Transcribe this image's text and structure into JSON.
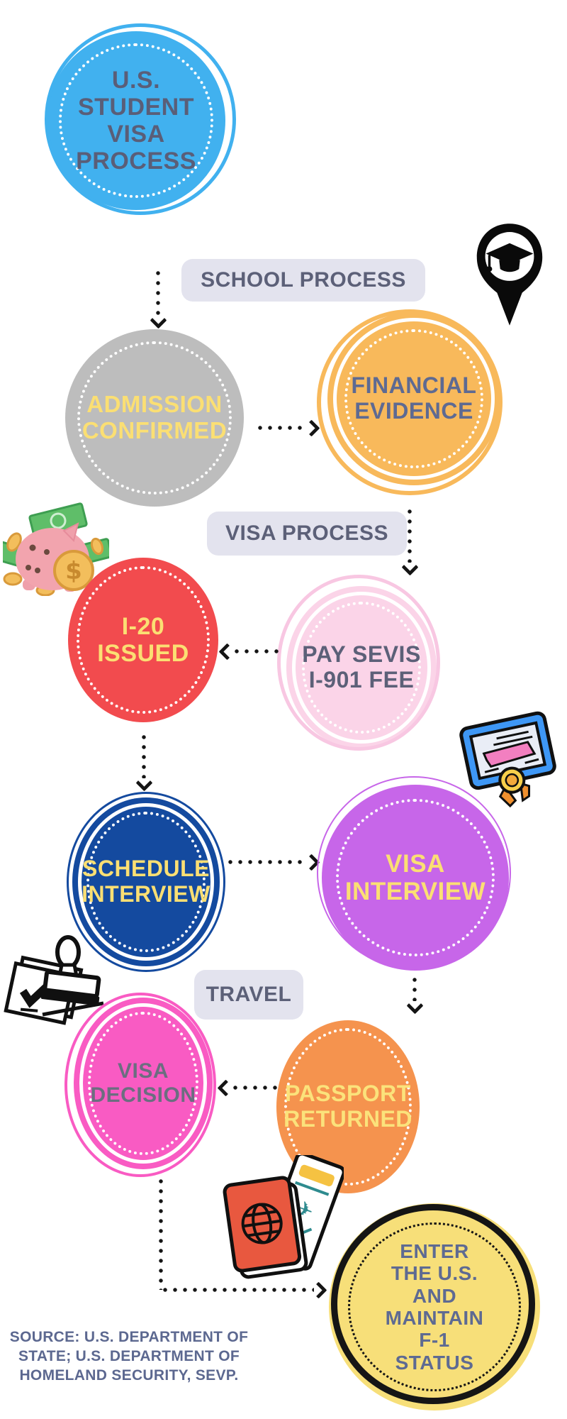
{
  "page": {
    "title_circle": "U.S.\nSTUDENT\nVISA\nPROCESS"
  },
  "sections": [
    {
      "id": "school-process",
      "label": "SCHOOL PROCESS"
    },
    {
      "id": "visa-process",
      "label": "VISA PROCESS"
    },
    {
      "id": "travel",
      "label": "TRAVEL"
    }
  ],
  "steps": [
    {
      "id": "admission-confirmed",
      "label": "ADMISSION\nCONFIRMED",
      "fill": "#BDBDBD",
      "text_color": "#FBDF73"
    },
    {
      "id": "financial-evidence",
      "label": "FINANCIAL\nEVIDENCE",
      "fill": "#F8B95B",
      "text_color": "#5E6A92"
    },
    {
      "id": "i-20-issued",
      "label": "I-20\nISSUED",
      "fill": "#F24B4E",
      "text_color": "#FBDF73"
    },
    {
      "id": "pay-sevis-i-901-fee",
      "label": "PAY SEVIS\nI-901 FEE",
      "fill": "#FBD4E8",
      "text_color": "#5C6078"
    },
    {
      "id": "schedule-interview",
      "label": "SCHEDULE\nINTERVIEW",
      "fill": "#144A9F",
      "text_color": "#FBDF73"
    },
    {
      "id": "visa-interview",
      "label": "VISA\nINTERVIEW",
      "fill": "#C766E9",
      "text_color": "#FBDF73"
    },
    {
      "id": "visa-decision",
      "label": "VISA\nDECISION",
      "fill": "#F95BC3",
      "text_color": "#6B6E80"
    },
    {
      "id": "passport-returned",
      "label": "PASSPORT\nRETURNED",
      "fill": "#F5934E",
      "text_color": "#FBE27B"
    },
    {
      "id": "enter-the-us",
      "label": "ENTER\nTHE U.S.\nAND\nMAINTAIN\nF-1\nSTATUS",
      "fill": "#F7DF79",
      "text_color": "#5E6A92"
    }
  ],
  "source_note": "SOURCE: U.S. DEPARTMENT OF\nSTATE; U.S. DEPARTMENT OF\nHOMELAND SECURITY, SEVP.",
  "icons": [
    "graduation-cap-pin-icon",
    "piggy-bank-icon",
    "certificate-icon",
    "approval-stamp-icon",
    "passport-ticket-icon"
  ],
  "colors": {
    "title_blue": "#41B1EF",
    "gray": "#BDBDBD",
    "orange_light": "#F8B95B",
    "red": "#F24B4E",
    "pink_light": "#FBD4E8",
    "navy": "#144A9F",
    "purple": "#C766E9",
    "magenta": "#F95BC3",
    "orange": "#F5934E",
    "yellow": "#F7DF79",
    "label_pill_bg": "#E3E3EE",
    "label_text": "#5C6078",
    "step_yellow_text": "#FBDF73",
    "arrow_black": "#151515",
    "source_text": "#5C6890"
  }
}
